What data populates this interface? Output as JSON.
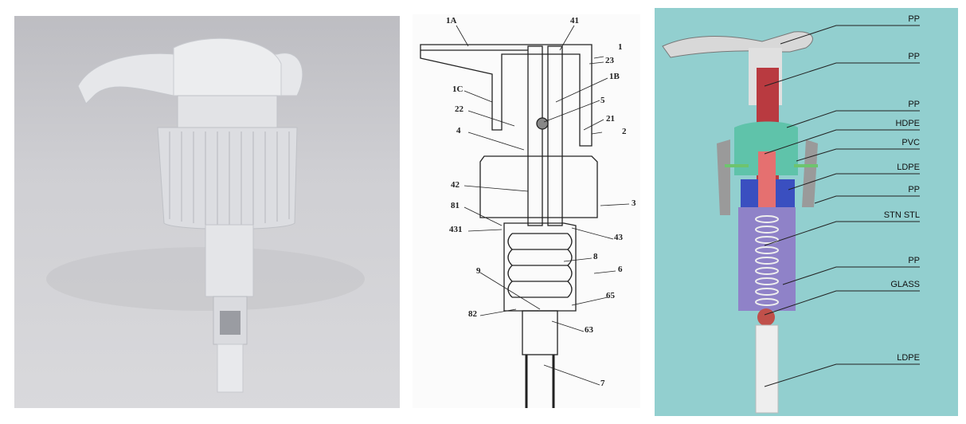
{
  "patent_drawing": {
    "labels": [
      "1A",
      "41",
      "1",
      "23",
      "1B",
      "1C",
      "5",
      "22",
      "21",
      "4",
      "2",
      "42",
      "3",
      "81",
      "431",
      "43",
      "8",
      "9",
      "6",
      "65",
      "82",
      "63",
      "7"
    ]
  },
  "cutaway_diagram": {
    "materials": [
      "PP",
      "PP",
      "PP",
      "HDPE",
      "PVC",
      "LDPE",
      "PP",
      "STN STL",
      "PP",
      "GLASS",
      "LDPE"
    ]
  },
  "colors": {
    "cutaway_background": "#92cfcf",
    "piston": "#c0454a",
    "collar": "#5fc0a8",
    "housing": "#8f82c8",
    "gasket": "#3a4fc0"
  }
}
